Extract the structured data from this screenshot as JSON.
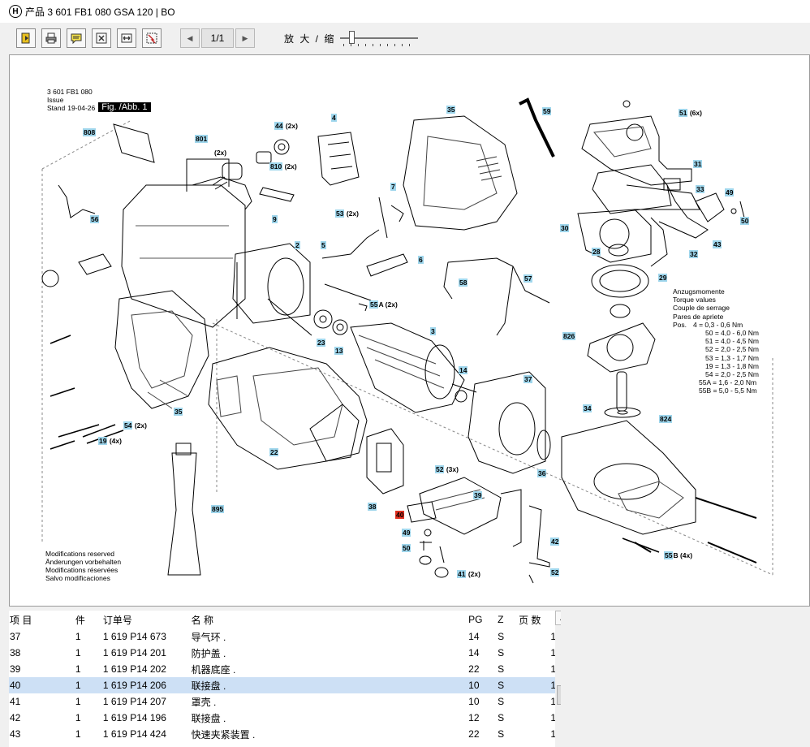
{
  "window": {
    "title": "产品 3 601 FB1 080     GSA 120 | BO"
  },
  "toolbar": {
    "buttons": [
      {
        "icon": "exit-icon"
      },
      {
        "icon": "print-icon"
      },
      {
        "icon": "comment-icon"
      },
      {
        "icon": "fit-page-icon"
      },
      {
        "icon": "fit-width-icon"
      },
      {
        "icon": "select-zoom-icon"
      }
    ],
    "page": "1/1",
    "prev_icon": "prev-page-icon",
    "next_icon": "next-page-icon",
    "zoom_label": "放 大 / 缩",
    "zoom_level": 0.12
  },
  "drawing": {
    "product_no": "3 601 FB1 080",
    "issue_label": "Issue",
    "stand_label": "Stand",
    "issue_date": "19-04-26",
    "fig_label": "Fig. /Abb. 1",
    "highlight_color": "#9fd6ec",
    "selected_color": "#e03020",
    "callouts": [
      {
        "num": "808",
        "suffix": ""
      },
      {
        "num": "801",
        "suffix": ""
      },
      {
        "num": "",
        "suffix": "(2x)"
      },
      {
        "num": "44",
        "suffix": "(2x)"
      },
      {
        "num": "4",
        "suffix": ""
      },
      {
        "num": "35",
        "suffix": ""
      },
      {
        "num": "59",
        "suffix": ""
      },
      {
        "num": "810",
        "suffix": "(2x)"
      },
      {
        "num": "51",
        "suffix": "(6x)"
      },
      {
        "num": "31",
        "suffix": ""
      },
      {
        "num": "33",
        "suffix": ""
      },
      {
        "num": "49",
        "suffix": ""
      },
      {
        "num": "50",
        "suffix": ""
      },
      {
        "num": "43",
        "suffix": ""
      },
      {
        "num": "30",
        "suffix": ""
      },
      {
        "num": "32",
        "suffix": ""
      },
      {
        "num": "28",
        "suffix": ""
      },
      {
        "num": "29",
        "suffix": ""
      },
      {
        "num": "56",
        "suffix": ""
      },
      {
        "num": "9",
        "suffix": ""
      },
      {
        "num": "7",
        "suffix": ""
      },
      {
        "num": "53",
        "suffix": "(2x)"
      },
      {
        "num": "5",
        "suffix": ""
      },
      {
        "num": "2",
        "suffix": ""
      },
      {
        "num": "6",
        "suffix": ""
      },
      {
        "num": "55",
        "suffix": "A (2x)"
      },
      {
        "num": "58",
        "suffix": ""
      },
      {
        "num": "57",
        "suffix": ""
      },
      {
        "num": "826",
        "suffix": ""
      },
      {
        "num": "23",
        "suffix": ""
      },
      {
        "num": "13",
        "suffix": ""
      },
      {
        "num": "3",
        "suffix": ""
      },
      {
        "num": "14",
        "suffix": ""
      },
      {
        "num": "37",
        "suffix": ""
      },
      {
        "num": "34",
        "suffix": ""
      },
      {
        "num": "824",
        "suffix": ""
      },
      {
        "num": "35",
        "suffix": ""
      },
      {
        "num": "54",
        "suffix": "(2x)"
      },
      {
        "num": "19",
        "suffix": "(4x)"
      },
      {
        "num": "22",
        "suffix": ""
      },
      {
        "num": "52",
        "suffix": "(3x)"
      },
      {
        "num": "36",
        "suffix": ""
      },
      {
        "num": "895",
        "suffix": ""
      },
      {
        "num": "39",
        "suffix": ""
      },
      {
        "num": "38",
        "suffix": ""
      },
      {
        "num": "40",
        "suffix": "",
        "selected": true
      },
      {
        "num": "49",
        "suffix": ""
      },
      {
        "num": "42",
        "suffix": ""
      },
      {
        "num": "50",
        "suffix": ""
      },
      {
        "num": "55",
        "suffix": "B (4x)"
      },
      {
        "num": "41",
        "suffix": "(2x)"
      },
      {
        "num": "52",
        "suffix": ""
      }
    ],
    "torque_title": [
      "Anzugsmomente",
      "Torque values",
      "Couple de serrage",
      "Pares de apriete"
    ],
    "torque_rows": [
      {
        "k": "Pos.",
        "v": "4 = 0,3 - 0,6 Nm",
        "pos_label": true
      },
      {
        "k": "",
        "v": "50 = 4,0 - 6,0 Nm"
      },
      {
        "k": "",
        "v": "51 = 4,0 - 4,5 Nm"
      },
      {
        "k": "",
        "v": "52 = 2,0 - 2,5 Nm"
      },
      {
        "k": "",
        "v": "53 = 1,3 - 1,7 Nm"
      },
      {
        "k": "",
        "v": "19 = 1,3 - 1,8 Nm"
      },
      {
        "k": "",
        "v": "54 = 2,0 - 2,5 Nm"
      },
      {
        "k": "",
        "v": "55A = 1,6 - 2,0 Nm"
      },
      {
        "k": "",
        "v": "55B = 5,0 - 5,5 Nm"
      }
    ],
    "modifications": [
      "Modifications reserved",
      "Änderungen vorbehalten",
      "Modifications réservées",
      "Salvo modificaciones"
    ]
  },
  "table": {
    "headers": [
      "项 目",
      "件",
      "订单号",
      "名 称",
      "PG",
      "Z",
      "页 数"
    ],
    "rows": [
      [
        "37",
        "1",
        "1 619 P14 673",
        "导气环   .",
        "14",
        "S",
        "1"
      ],
      [
        "38",
        "1",
        "1 619 P14 201",
        "防护盖   .",
        "14",
        "S",
        "1"
      ],
      [
        "39",
        "1",
        "1 619 P14 202",
        "机器底座   .",
        "22",
        "S",
        "1"
      ],
      [
        "40",
        "1",
        "1 619 P14 206",
        "联接盘   .",
        "10",
        "S",
        "1"
      ],
      [
        "41",
        "1",
        "1 619 P14 207",
        "罩壳   .",
        "10",
        "S",
        "1"
      ],
      [
        "42",
        "1",
        "1 619 P14 196",
        "联接盘   .",
        "12",
        "S",
        "1"
      ],
      [
        "43",
        "1",
        "1 619 P14 424",
        "快速夹紧装置   .",
        "22",
        "S",
        "1"
      ]
    ],
    "selected_row": 3,
    "selected_color": "#cde0f5",
    "scroll_up_icon": "scroll-up-icon"
  }
}
